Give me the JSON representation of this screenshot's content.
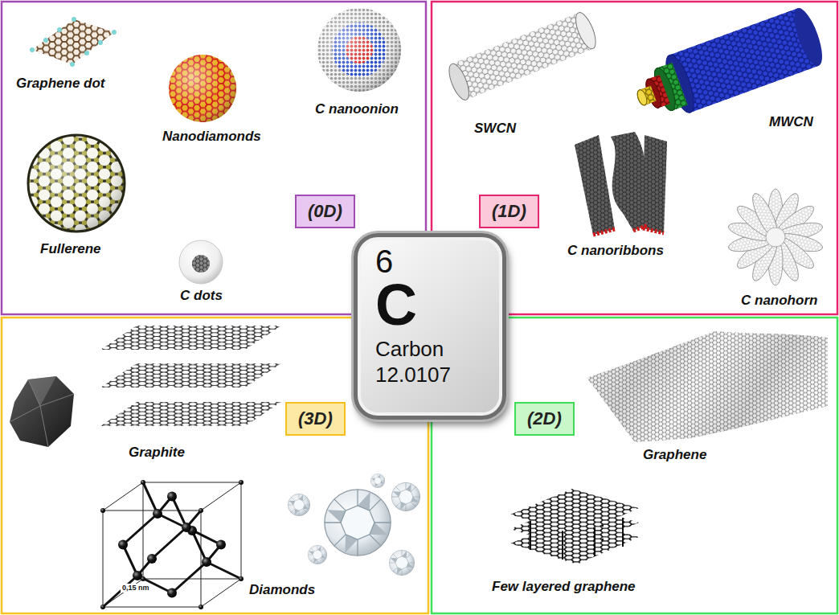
{
  "diagram": {
    "nodes": [
      {
        "text": [
          "(0D)"
        ]
      },
      {
        "text": [
          "(1D)"
        ]
      },
      {
        "text": [
          "6",
          "C",
          "Carbon",
          "12.0107"
        ]
      },
      {
        "text": [
          "(3D)"
        ]
      },
      {
        "text": [
          "(2D)"
        ]
      }
    ],
    "labels": [
      "Graphene dot",
      "C nanoonion",
      "Nanodiamonds",
      "Fullerene",
      "C dots",
      "SWCN",
      "MWCN",
      "C nanoribbons",
      "C nanohorn",
      "Graphite",
      "Diamonds",
      "0,15 nm",
      "Graphene",
      "Few layered graphene"
    ]
  }
}
